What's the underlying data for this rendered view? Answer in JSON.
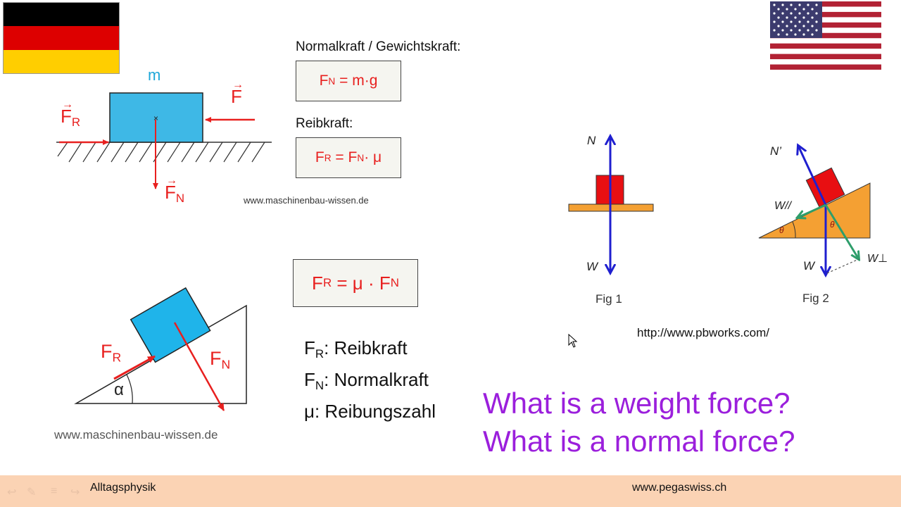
{
  "slide": {
    "formula_labels": {
      "normal_weight": "Normalkraft / Gewichtskraft:",
      "friction": "Reibkraft:"
    },
    "formulas": {
      "normal_f": "F",
      "normal_sub": "N",
      "normal_rhs": " = m·g",
      "friction_f": "F",
      "friction_sub": "R",
      "friction_mid": " = F",
      "friction_sub2": "N",
      "friction_rhs": "· μ",
      "big_f": "F",
      "big_sub": "R",
      "big_mid": " = μ · F",
      "big_sub2": "N"
    },
    "diagram1": {
      "mass": "m",
      "f_r": "F",
      "f_r_sub": "R",
      "f": "F",
      "f_n": "F",
      "f_n_sub": "N",
      "source": "www.maschinenbau-wissen.de"
    },
    "diagram2": {
      "f_r": "F",
      "f_r_sub": "R",
      "f_n": "F",
      "f_n_sub": "N",
      "alpha": "α",
      "source": "www.maschinenbau-wissen.de"
    },
    "legend": {
      "line1_f": "F",
      "line1_sub": "R",
      "line1_text": ": Reibkraft",
      "line2_f": "F",
      "line2_sub": "N",
      "line2_text": ": Normalkraft",
      "line3": "μ: Reibungszahl"
    },
    "fig1": {
      "n": "N",
      "w": "W",
      "caption": "Fig 1"
    },
    "fig2": {
      "n": "N’",
      "w": "W",
      "w_par": "W//",
      "w_perp": "W⊥",
      "theta": "θ",
      "caption": "Fig 2"
    },
    "source_url": "http://www.pbworks.com/",
    "questions": [
      "What is a weight force?",
      "What is a normal force?"
    ]
  },
  "footer": {
    "title": "Alltagsphysik",
    "website": "www.pegaswiss.ch"
  },
  "colors": {
    "force_red": "#e8201f",
    "block_blue": "#3eb8e6",
    "arrow_blue": "#1f1fcf",
    "question_purple": "#9b1fdc",
    "footer_bg": "#fbd3b4"
  }
}
